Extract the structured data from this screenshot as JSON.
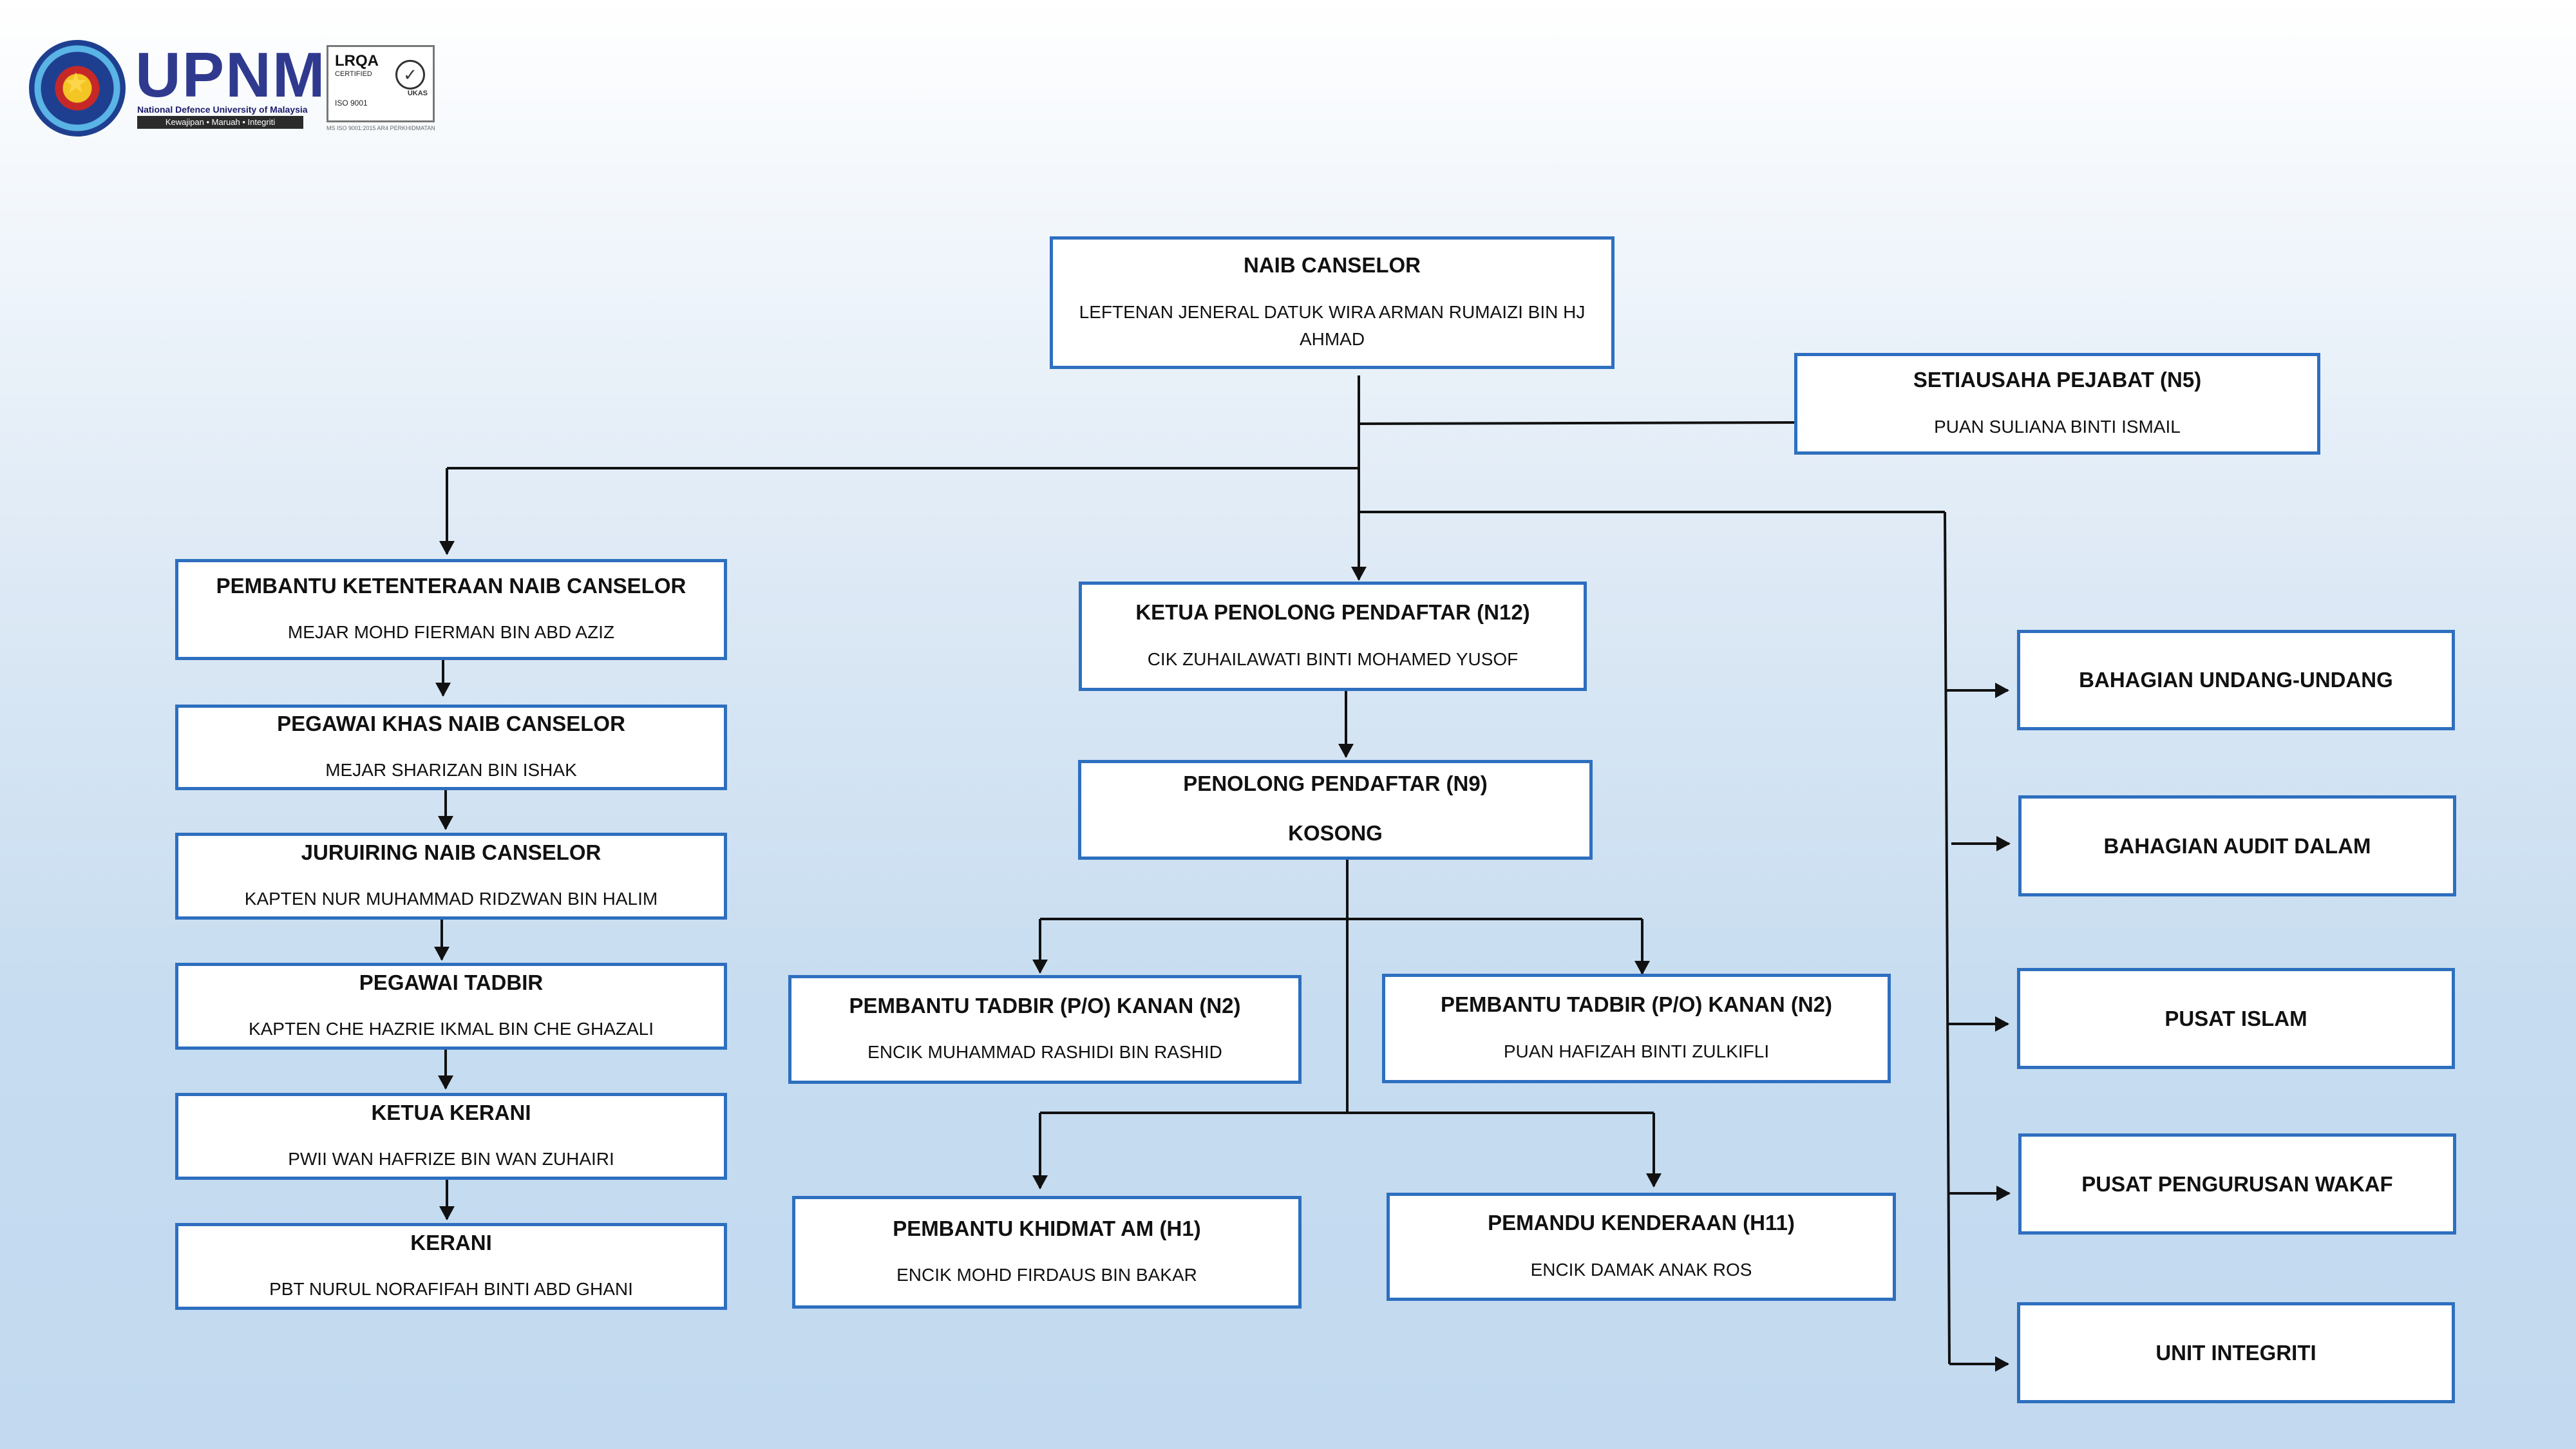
{
  "logo": {
    "brand": "UPNM",
    "subtitle": "National Defence University of Malaysia",
    "tagline": "Kewajipan • Maruah • Integriti",
    "cert_brand": "LRQA",
    "cert_label": "CERTIFIED",
    "cert_iso": "ISO 9001",
    "cert_ukas": "UKAS",
    "cert_footer": "MS ISO 9001:2015 AR4 PERKHIDMATAN"
  },
  "nodes": {
    "naib_canselor": {
      "title": "NAIB CANSELOR",
      "name": "LEFTENAN JENERAL DATUK WIRA ARMAN RUMAIZI BIN HJ AHMAD"
    },
    "setiausaha_pejabat": {
      "title": "SETIAUSAHA PEJABAT (N5)",
      "name": "PUAN SULIANA BINTI ISMAIL"
    },
    "pembantu_ketenteraan": {
      "title": "PEMBANTU KETENTERAAN NAIB CANSELOR",
      "name": "MEJAR MOHD FIERMAN BIN ABD AZIZ"
    },
    "pegawai_khas": {
      "title": "PEGAWAI KHAS NAIB CANSELOR",
      "name": "MEJAR SHARIZAN BIN ISHAK"
    },
    "juruiring": {
      "title": "JURUIRING NAIB CANSELOR",
      "name": "KAPTEN NUR MUHAMMAD RIDZWAN BIN HALIM"
    },
    "pegawai_tadbir": {
      "title": "PEGAWAI TADBIR",
      "name": "KAPTEN CHE HAZRIE IKMAL BIN CHE GHAZALI"
    },
    "ketua_kerani": {
      "title": "KETUA KERANI",
      "name": "PWII WAN HAFRIZE BIN WAN ZUHAIRI"
    },
    "kerani": {
      "title": "KERANI",
      "name": "PBT NURUL NORAFIFAH BINTI ABD GHANI"
    },
    "ketua_penolong_pendaftar": {
      "title": "KETUA PENOLONG PENDAFTAR (N12)",
      "name": "CIK ZUHAILAWATI BINTI MOHAMED YUSOF"
    },
    "penolong_pendaftar": {
      "title": "PENOLONG PENDAFTAR (N9)",
      "name": "KOSONG"
    },
    "pembantu_tadbir_1": {
      "title": "PEMBANTU TADBIR (P/O) KANAN (N2)",
      "name": "ENCIK MUHAMMAD RASHIDI BIN RASHID"
    },
    "pembantu_tadbir_2": {
      "title": "PEMBANTU TADBIR (P/O) KANAN (N2)",
      "name": "PUAN HAFIZAH BINTI ZULKIFLI"
    },
    "pembantu_khidmat_am": {
      "title": "PEMBANTU KHIDMAT AM (H1)",
      "name": "ENCIK MOHD FIRDAUS BIN BAKAR"
    },
    "pemandu_kenderaan": {
      "title": "PEMANDU KENDERAAN (H11)",
      "name": "ENCIK DAMAK ANAK ROS"
    }
  },
  "units": [
    {
      "title": "BAHAGIAN UNDANG-UNDANG"
    },
    {
      "title": "BAHAGIAN AUDIT DALAM"
    },
    {
      "title": "PUSAT ISLAM"
    },
    {
      "title": "PUSAT PENGURUSAN WAKAF"
    },
    {
      "title": "UNIT INTEGRITI"
    }
  ],
  "colors": {
    "box_border": "#2e6fbf",
    "connector": "#111111",
    "background_top": "#ffffff",
    "background_bottom": "#c2d9ef"
  }
}
